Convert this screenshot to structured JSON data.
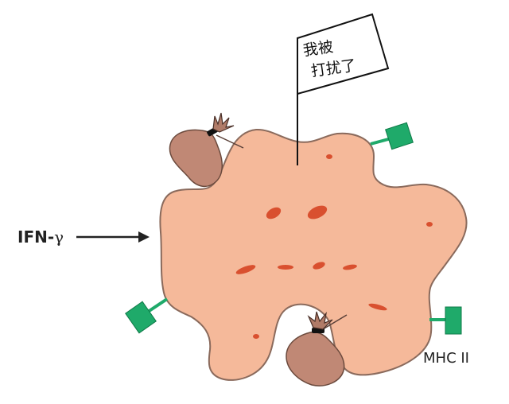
{
  "labels": {
    "signal_bold": "IFN-",
    "signal_greek": "γ",
    "receptor": "MHC II",
    "flag_line1": "我被",
    "flag_line2": "打扰了"
  },
  "colors": {
    "cell_fill": "#f5b99a",
    "cell_stroke": "#8a6a5c",
    "spot": "#d9502f",
    "bag_fill": "#c08875",
    "receptor": "#1faa6a",
    "arrow": "#222222"
  },
  "icons": {
    "flag": "flag-icon",
    "bag": "bag-icon",
    "receptor": "mhc-receptor-icon"
  }
}
